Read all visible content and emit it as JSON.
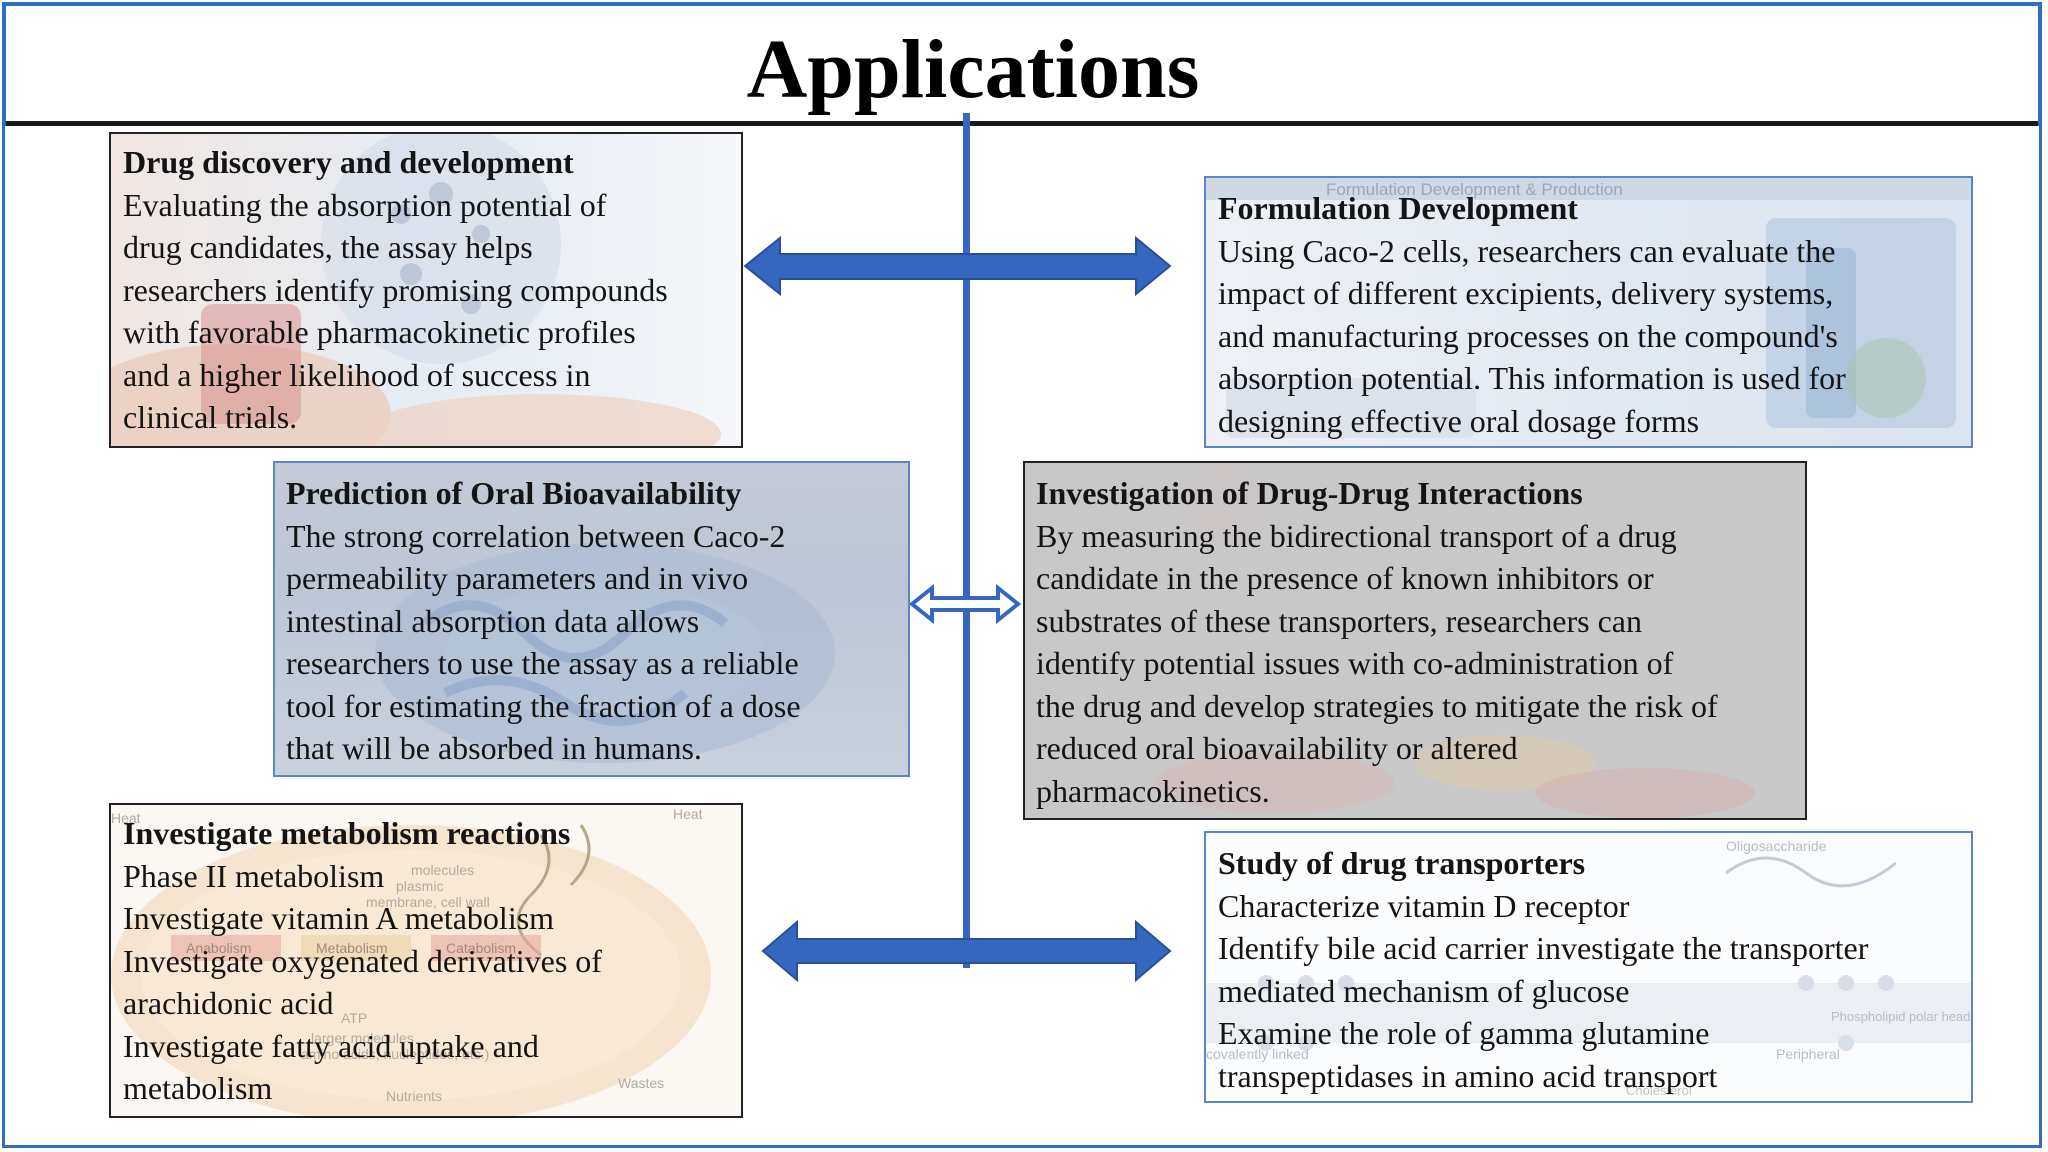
{
  "title": "Applications",
  "boxes": {
    "drug_discovery": {
      "heading": "Drug discovery  and development",
      "lines": [
        "Evaluating the absorption potential of",
        "drug candidates, the assay helps",
        "researchers identify promising compounds",
        "with favorable pharmacokinetic profiles",
        "and a higher likelihood of success in",
        "clinical trials."
      ]
    },
    "formulation": {
      "heading": "Formulation Development",
      "lines": [
        "Using Caco-2 cells, researchers can evaluate the",
        "impact of different excipients, delivery systems,",
        "and manufacturing processes on the compound's",
        "absorption potential. This information is used for",
        "designing effective oral dosage forms"
      ]
    },
    "bioavailability": {
      "heading": "Prediction of Oral Bioavailability",
      "lines": [
        "The strong correlation between Caco-2",
        "permeability parameters and in vivo",
        "intestinal absorption data allows",
        "researchers to use the assay as a reliable",
        "tool for estimating the fraction of a dose",
        "that will be absorbed in humans."
      ]
    },
    "ddi": {
      "heading": "Investigation of Drug-Drug Interactions",
      "lines": [
        "By measuring the bidirectional transport of a drug",
        "candidate in the presence of known inhibitors or",
        "substrates of these transporters, researchers can",
        "identify potential issues with co-administration of",
        "the drug and develop strategies to mitigate the risk of",
        "reduced oral bioavailability or altered",
        "pharmacokinetics."
      ]
    },
    "metabolism": {
      "heading": "Investigate metabolism reactions",
      "lines": [
        "Phase II metabolism",
        "Investigate vitamin A metabolism",
        "Investigate oxygenated derivatives of",
        "arachidonic acid",
        "Investigate fatty acid uptake and",
        "metabolism"
      ]
    },
    "transporters": {
      "heading": "Study of drug transporters",
      "lines": [
        "Characterize vitamin D receptor",
        "Identify bile acid carrier investigate the transporter",
        "mediated mechanism of glucose",
        "Examine the role of gamma glutamine",
        "transpeptidases in amino acid transport"
      ]
    }
  },
  "background_labels": {
    "formulation_header": "Formulation Development & Production",
    "cell": [
      "Heat",
      "Heat",
      "molecules",
      "plasmic",
      "membrane, cell wall",
      "Anabolism",
      "Metabolism",
      "Catabolism",
      "ATP",
      "larger molecules",
      "amino acids, nucleotides, etc.)",
      "Nutrients",
      "Wastes"
    ],
    "membrane": [
      "Oligosaccharide",
      "Phospholipid polar heads",
      "covalently linked",
      "Peripheral",
      "Cholesterol"
    ]
  },
  "colors": {
    "accent": "#2e6fc0",
    "arrow": "#3567c0",
    "gray_box": "#c8c8c8"
  }
}
